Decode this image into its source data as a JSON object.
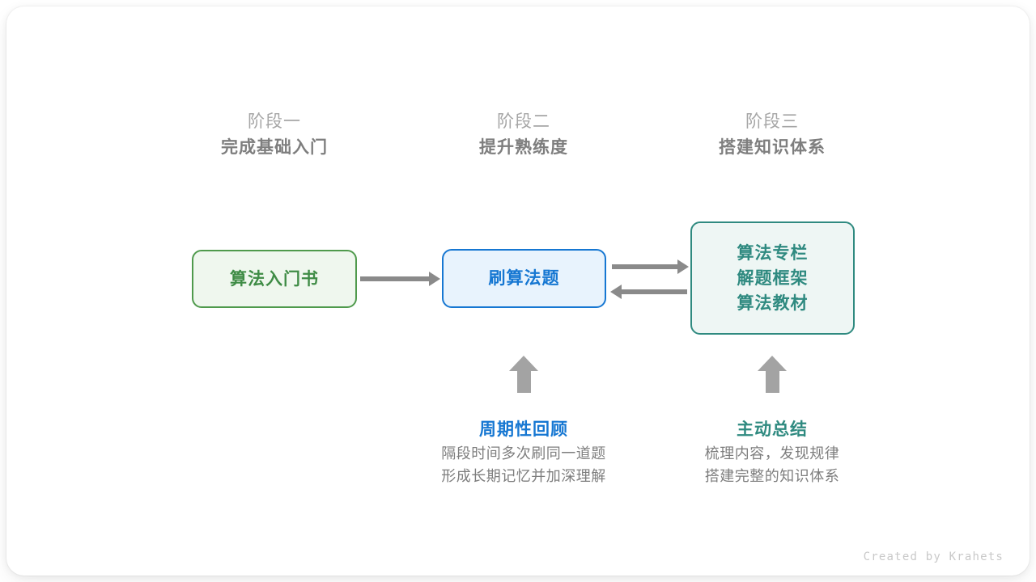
{
  "credit": "Created by Krahets",
  "colors": {
    "green": "#3f8c46",
    "green_border": "#4f9a4c",
    "blue": "#1677d2",
    "teal": "#2f8a80",
    "gray_arrow": "#8a8a8a",
    "gray_text": "#7e7e7e",
    "gray_light": "#a6a6a6"
  },
  "stages": [
    {
      "number": "阶段一",
      "title": "完成基础入门"
    },
    {
      "number": "阶段二",
      "title": "提升熟练度"
    },
    {
      "number": "阶段三",
      "title": "搭建知识体系"
    }
  ],
  "nodes": {
    "book": {
      "lines": [
        "算法入门书"
      ]
    },
    "practice": {
      "lines": [
        "刷算法题"
      ]
    },
    "resources": {
      "lines": [
        "算法专栏",
        "解题框架",
        "算法教材"
      ]
    }
  },
  "annotations": [
    {
      "title": "周期性回顾",
      "desc_lines": [
        "隔段时间多次刷同一道题",
        "形成长期记忆并加深理解"
      ]
    },
    {
      "title": "主动总结",
      "desc_lines": [
        "梳理内容，发现规律",
        "搭建完整的知识体系"
      ]
    }
  ],
  "arrows": {
    "book_to_practice": "arrow-right",
    "practice_to_resources": "arrow-right",
    "resources_to_practice": "arrow-left",
    "up_review": "arrow-up",
    "up_summary": "arrow-up"
  }
}
